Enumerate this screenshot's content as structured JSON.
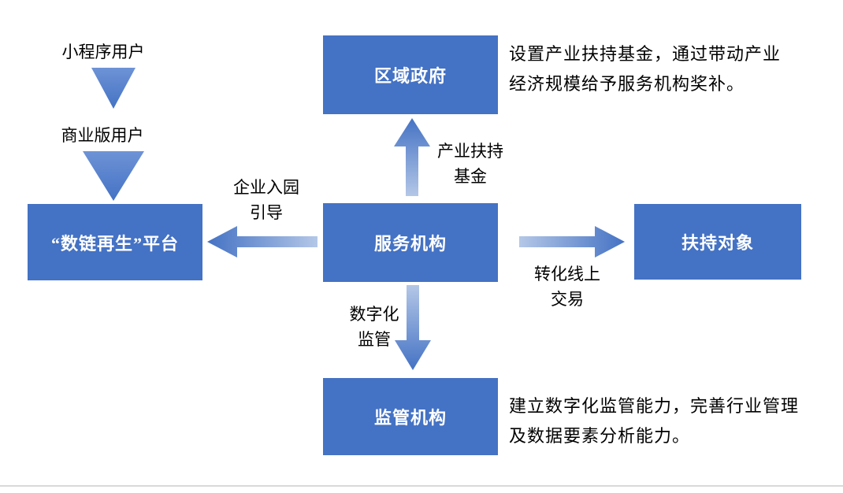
{
  "colors": {
    "box_fill": "#4472C4",
    "box_text": "#FFFFFF",
    "arrow_dark": "#4472C4",
    "arrow_mid": "#6E93D6",
    "arrow_light": "#B4C7E7",
    "divider": "#D9D9D9"
  },
  "nodes": {
    "regional_government": "区域政府",
    "service_agency": "服务机构",
    "platform": "“数链再生”平台",
    "support_target": "扶持对象",
    "regulator": "监管机构"
  },
  "user_flow": {
    "mini_program_users": "小程序用户",
    "commercial_users": "商业版用户"
  },
  "edges": {
    "industry_fund": {
      "line1": "产业扶持",
      "line2": "基金"
    },
    "park_guidance": {
      "line1": "企业入园",
      "line2": "引导"
    },
    "online_trade": {
      "line1": "转化线上",
      "line2": "交易"
    },
    "digital_supervision": {
      "line1": "数字化",
      "line2": "监管"
    }
  },
  "notes": {
    "government": {
      "line1": "设置产业扶持基金，通过带动产业",
      "line2": "经济规模给予服务机构奖补。"
    },
    "regulator": {
      "line1": "建立数字化监管能力，完善行业管理",
      "line2": "及数据要素分析能力。"
    }
  }
}
